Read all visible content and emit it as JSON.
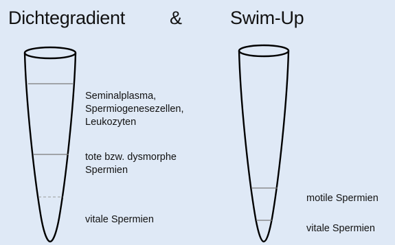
{
  "titles": {
    "left": "Dichtegradient",
    "ampersand": "&",
    "right": "Swim-Up"
  },
  "left_tube": {
    "layers": [
      {
        "lines": [
          "Seminalplasma,",
          "Spermiogenesezellen,",
          "Leukozyten"
        ]
      },
      {
        "lines": [
          "tote bzw. dysmorphe",
          "Spermien"
        ]
      },
      {
        "lines": [
          "vitale Spermien"
        ]
      }
    ]
  },
  "right_tube": {
    "layers": [
      {
        "lines": [
          "motile Spermien"
        ]
      },
      {
        "lines": [
          "vitale Spermien"
        ]
      }
    ]
  },
  "colors": {
    "background": "#dfe9f6",
    "outline": "#000000",
    "layer_line": "#7a7a7a"
  }
}
